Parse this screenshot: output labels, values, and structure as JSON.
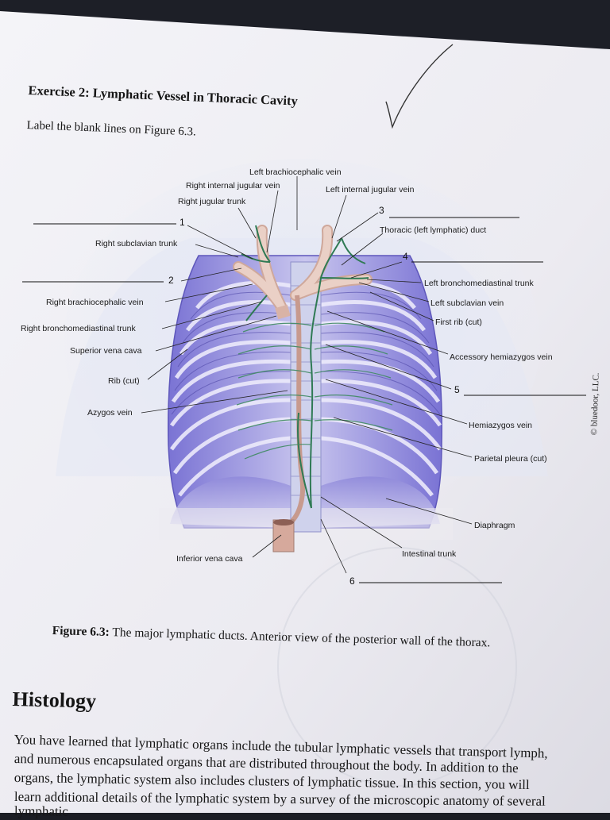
{
  "exercise": {
    "heading": "Exercise 2: Lymphatic Vessel in Thoracic Cavity",
    "instruction": "Label the blank lines on Figure 6.3."
  },
  "figure": {
    "caption_label": "Figure 6.3:",
    "caption_text": " The major lymphatic ducts. Anterior view of the posterior wall of the thorax.",
    "copyright": "© bluedoor, LLC.",
    "labels": {
      "left_brachiocephalic_vein": "Left brachiocephalic vein",
      "right_internal_jugular_vein": "Right internal jugular vein",
      "left_internal_jugular_vein": "Left internal jugular vein",
      "right_jugular_trunk": "Right jugular trunk",
      "right_subclavian_trunk": "Right subclavian trunk",
      "thoracic_duct": "Thoracic (left lymphatic) duct",
      "right_brachiocephalic_vein": "Right brachiocephalic vein",
      "left_bronchomediastinal_trunk": "Left bronchomediastinal trunk",
      "left_subclavian_vein": "Left subclavian vein",
      "first_rib": "First rib (cut)",
      "right_bronchomediastinal_trunk": "Right bronchomediastinal trunk",
      "superior_vena_cava": "Superior vena cava",
      "accessory_hemiazygos_vein": "Accessory hemiazygos vein",
      "rib_cut": "Rib (cut)",
      "azygos_vein": "Azygos vein",
      "hemiazygos_vein": "Hemiazygos vein",
      "parietal_pleura": "Parietal pleura (cut)",
      "diaphragm": "Diaphragm",
      "intestinal_trunk": "Intestinal trunk",
      "inferior_vena_cava": "Inferior vena cava"
    },
    "blanks": {
      "n1": "1",
      "n2": "2",
      "n3": "3",
      "n4": "4",
      "n5": "5",
      "n6": "6"
    }
  },
  "histology": {
    "heading": "Histology",
    "lines": [
      "You have learned that lymphatic organs include the tubular lymphatic vessels that transport lymph,",
      "and numerous encapsulated organs that are distributed throughout the body. In addition to the",
      "organs, the lymphatic system also includes clusters of lymphatic tissue. In this section, you will",
      "learn additional details of the lymphatic system by a survey of the microscopic anatomy of several",
      "lymphatic"
    ]
  },
  "colors": {
    "paper": "#eeeef4",
    "ribs": "#8c86d8",
    "vessels": "#e9c4b6",
    "lymph": "#2f7a54"
  }
}
